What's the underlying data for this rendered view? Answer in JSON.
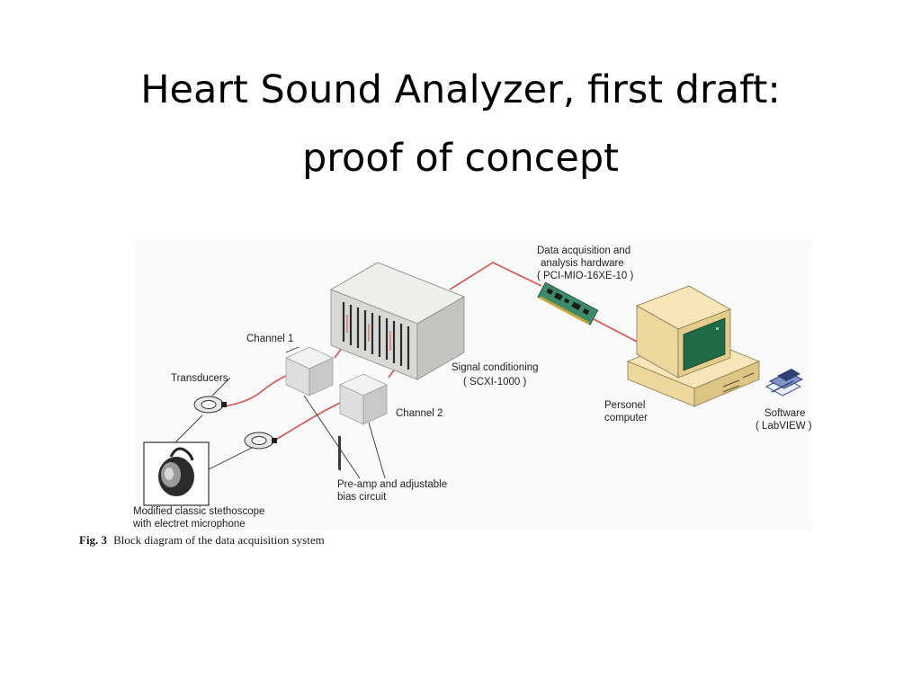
{
  "slide": {
    "title_line1": "Heart Sound Analyzer, first draft:",
    "title_line2": "proof of concept"
  },
  "figure": {
    "labels": {
      "daq_line1": "Data acquisition and",
      "daq_line2": "analysis hardware",
      "daq_line3": "( PCI-MIO-16XE-10 )",
      "channel1": "Channel 1",
      "channel2": "Channel 2",
      "transducers": "Transducers",
      "signal_line1": "Signal conditioning",
      "signal_line2": "( SCXI-1000 )",
      "pc_line1": "Personel",
      "pc_line2": "computer",
      "software_line1": "Software",
      "software_line2": "( LabVIEW )",
      "preamp_line1": "Pre-amp and adjustable",
      "preamp_line2": "bias circuit",
      "steth_line1": "Modified classic stethoscope",
      "steth_line2": "with electret microphone"
    },
    "caption_number": "Fig. 3",
    "caption_text": "Block diagram of the data acquisition system",
    "colors": {
      "signal_wire": "#d9534f",
      "chassis": "#d8d8d4",
      "monitor_case": "#f2dfaa",
      "screen": "#1f6b45",
      "daq_board": "#3c8a6a",
      "preamp_box": "#e4e4e4"
    }
  }
}
